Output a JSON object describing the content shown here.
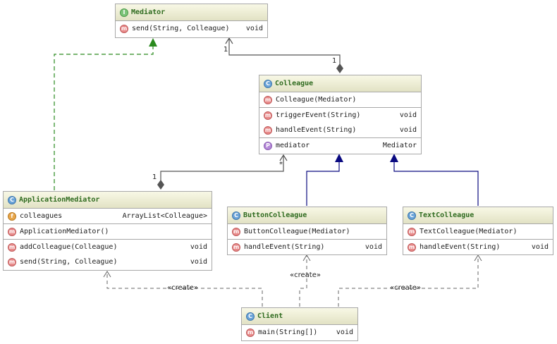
{
  "classes": {
    "mediator": {
      "kind": "I",
      "name": "Mediator",
      "sections": [
        [
          {
            "kind": "m",
            "name": "send(String,  Colleague)",
            "type": "void"
          }
        ]
      ]
    },
    "colleague": {
      "kind": "C",
      "name": "Colleague",
      "sections": [
        [
          {
            "kind": "m",
            "name": "Colleague(Mediator)",
            "type": ""
          }
        ],
        [
          {
            "kind": "m",
            "name": "triggerEvent(String)",
            "type": "void"
          },
          {
            "kind": "m",
            "name": "handleEvent(String)",
            "type": "void"
          }
        ],
        [
          {
            "kind": "p",
            "name": "mediator",
            "type": "Mediator"
          }
        ]
      ]
    },
    "application_mediator": {
      "kind": "C",
      "name": "ApplicationMediator",
      "sections": [
        [
          {
            "kind": "f",
            "name": "colleagues",
            "type": "ArrayList<Colleague>"
          }
        ],
        [
          {
            "kind": "m",
            "name": "ApplicationMediator()",
            "type": ""
          }
        ],
        [
          {
            "kind": "m",
            "name": "addColleague(Colleague)",
            "type": "void"
          },
          {
            "kind": "m",
            "name": "send(String,  Colleague)",
            "type": "void"
          }
        ]
      ]
    },
    "button_colleague": {
      "kind": "C",
      "name": "ButtonColleague",
      "sections": [
        [
          {
            "kind": "m",
            "name": "ButtonColleague(Mediator)",
            "type": ""
          }
        ],
        [
          {
            "kind": "m",
            "name": "handleEvent(String)",
            "type": "void"
          }
        ]
      ]
    },
    "text_colleague": {
      "kind": "C",
      "name": "TextColleague",
      "sections": [
        [
          {
            "kind": "m",
            "name": "TextColleague(Mediator)",
            "type": ""
          }
        ],
        [
          {
            "kind": "m",
            "name": "handleEvent(String)",
            "type": "void"
          }
        ]
      ]
    },
    "client": {
      "kind": "C",
      "name": "Client",
      "sections": [
        [
          {
            "kind": "m",
            "name": "main(String[])",
            "type": "void"
          }
        ]
      ]
    }
  },
  "labels": {
    "mult_mediator": "1",
    "mult_colleague_top": "1",
    "mult_colleague_star": "*",
    "mult_appmediator": "1",
    "create_button": "«create»",
    "create_app": "«create»",
    "create_text": "«create»"
  },
  "colors": {
    "realization": "#2a8a1e",
    "inheritance": "#0a0a80",
    "association": "#555555",
    "dependency": "#666666",
    "title_text": "#2f6b1f"
  }
}
